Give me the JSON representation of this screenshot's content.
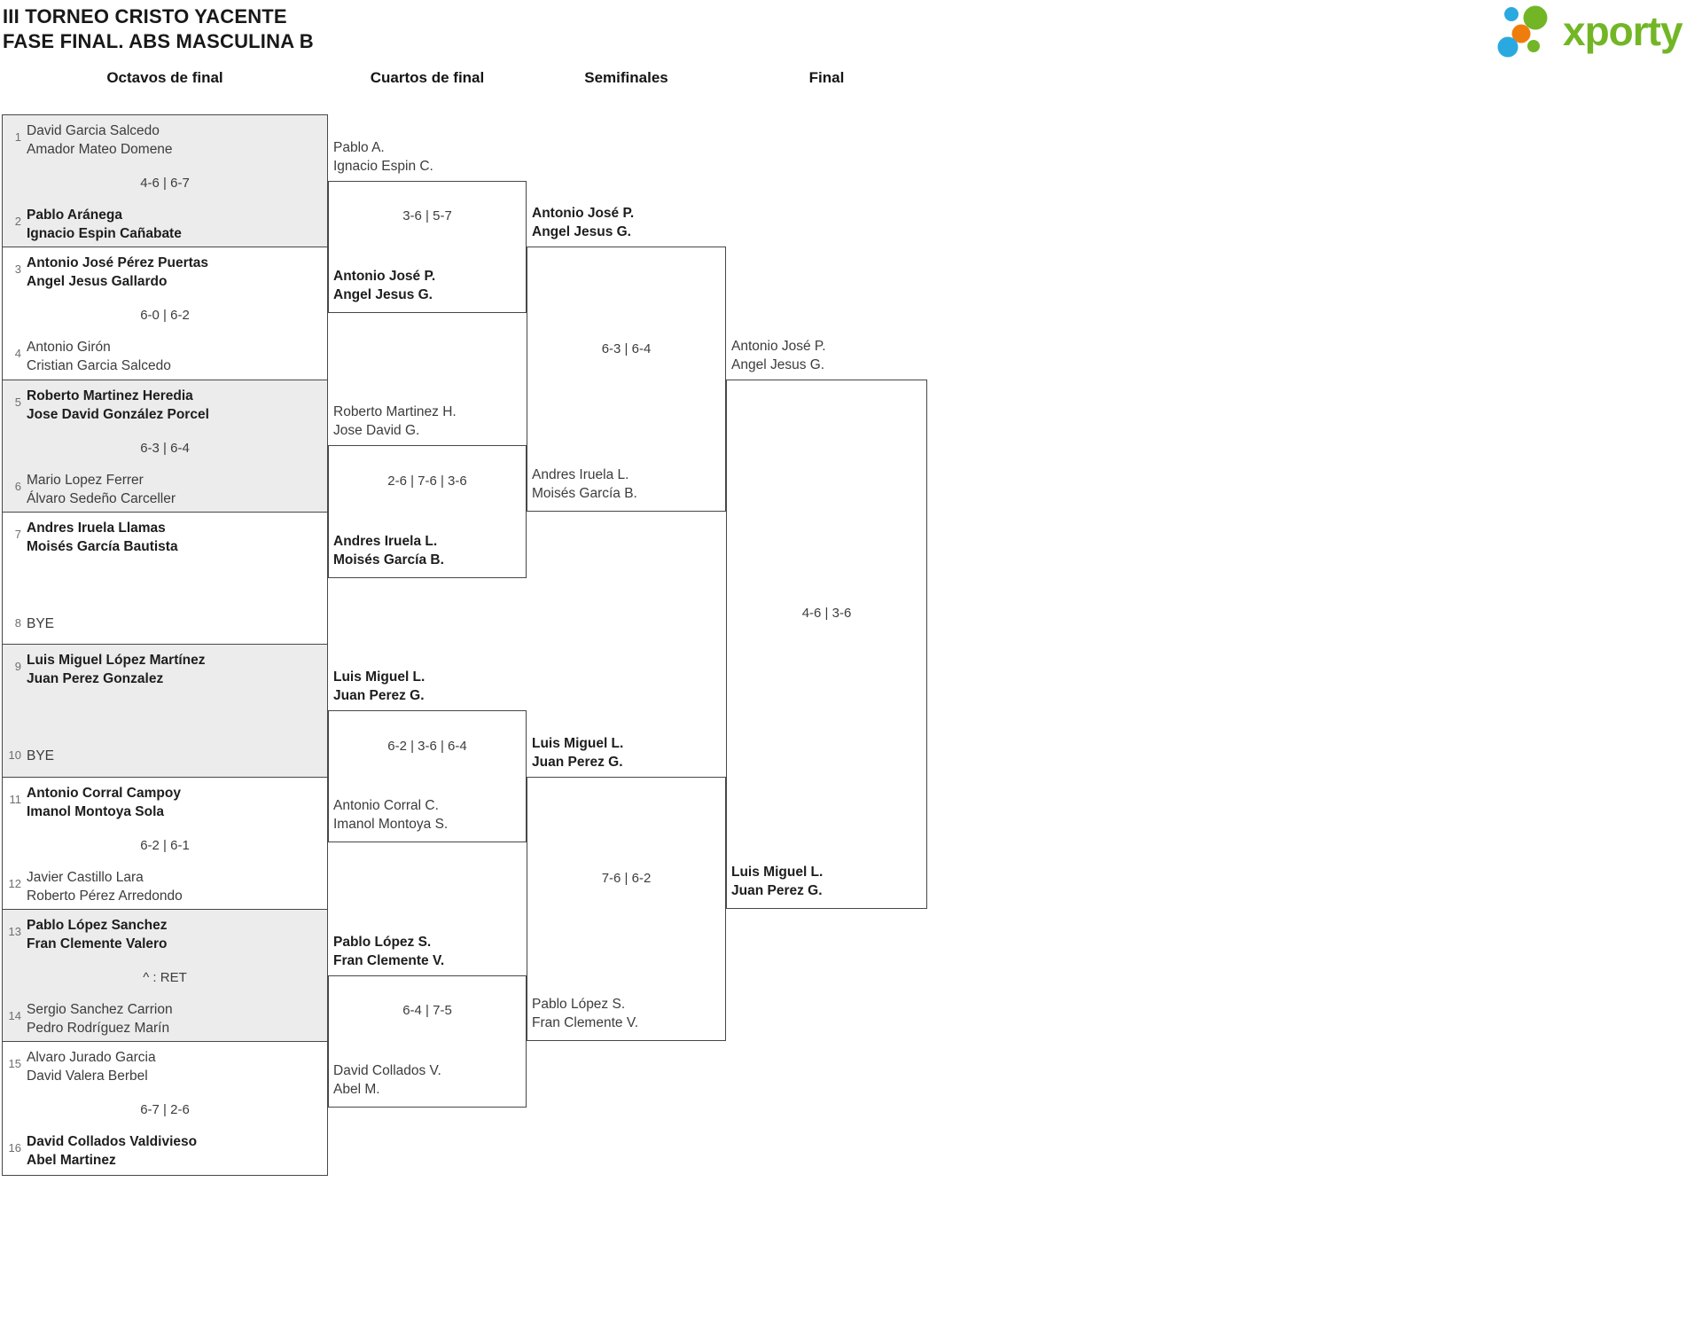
{
  "page": {
    "title_line1": "III TORNEO CRISTO YACENTE",
    "title_line2": "FASE FINAL. ABS MASCULINA B"
  },
  "logo": {
    "text": "xporty",
    "green": "#72b626",
    "blue": "#2aa9e0",
    "orange": "#ef7d0e"
  },
  "round_headers": [
    "Octavos de final",
    "Cuartos de final",
    "Semifinales",
    "Final"
  ],
  "bracket": {
    "octavos": [
      {
        "shaded": true,
        "top": {
          "seed": "1",
          "names": [
            "David Garcia Salcedo",
            "Amador Mateo Domene"
          ],
          "winner": false
        },
        "bottom": {
          "seed": "2",
          "names": [
            "Pablo Aránega",
            "Ignacio Espin Cañabate"
          ],
          "winner": true
        },
        "score": "4-6 | 6-7"
      },
      {
        "shaded": false,
        "top": {
          "seed": "3",
          "names": [
            "Antonio José Pérez Puertas",
            "Angel Jesus Gallardo"
          ],
          "winner": true
        },
        "bottom": {
          "seed": "4",
          "names": [
            "Antonio Girón",
            "Cristian Garcia Salcedo"
          ],
          "winner": false
        },
        "score": "6-0 | 6-2"
      },
      {
        "shaded": true,
        "top": {
          "seed": "5",
          "names": [
            "Roberto Martinez Heredia",
            "Jose David González Porcel"
          ],
          "winner": true
        },
        "bottom": {
          "seed": "6",
          "names": [
            "Mario Lopez Ferrer",
            "Álvaro Sedeño Carceller"
          ],
          "winner": false
        },
        "score": "6-3 | 6-4"
      },
      {
        "shaded": false,
        "top": {
          "seed": "7",
          "names": [
            "Andres Iruela Llamas",
            "Moisés García Bautista"
          ],
          "winner": true
        },
        "bottom": {
          "seed": "8",
          "names": [
            "BYE"
          ],
          "winner": false,
          "bye": true
        },
        "score": ""
      },
      {
        "shaded": true,
        "top": {
          "seed": "9",
          "names": [
            "Luis Miguel López Martínez",
            "Juan Perez Gonzalez"
          ],
          "winner": true
        },
        "bottom": {
          "seed": "10",
          "names": [
            "BYE"
          ],
          "winner": false,
          "bye": true
        },
        "score": ""
      },
      {
        "shaded": false,
        "top": {
          "seed": "11",
          "names": [
            "Antonio Corral Campoy",
            "Imanol Montoya Sola"
          ],
          "winner": true
        },
        "bottom": {
          "seed": "12",
          "names": [
            "Javier Castillo Lara",
            "Roberto Pérez Arredondo"
          ],
          "winner": false
        },
        "score": "6-2 | 6-1"
      },
      {
        "shaded": true,
        "top": {
          "seed": "13",
          "names": [
            "Pablo López Sanchez",
            "Fran Clemente Valero"
          ],
          "winner": true
        },
        "bottom": {
          "seed": "14",
          "names": [
            "Sergio Sanchez Carrion",
            "Pedro Rodríguez Marín"
          ],
          "winner": false
        },
        "score": "^ : RET"
      },
      {
        "shaded": false,
        "top": {
          "seed": "15",
          "names": [
            "Alvaro Jurado Garcia",
            "David Valera Berbel"
          ],
          "winner": false
        },
        "bottom": {
          "seed": "16",
          "names": [
            "David Collados Valdivieso",
            "Abel Martinez"
          ],
          "winner": true
        },
        "score": "6-7 | 2-6"
      }
    ],
    "cuartos": [
      {
        "top": {
          "names": [
            "Pablo A.",
            "Ignacio Espin C."
          ],
          "winner": false
        },
        "bottom": {
          "names": [
            "Antonio José P.",
            "Angel Jesus G."
          ],
          "winner": true
        },
        "score": "3-6 | 5-7"
      },
      {
        "top": {
          "names": [
            "Roberto Martinez H.",
            "Jose David G."
          ],
          "winner": false
        },
        "bottom": {
          "names": [
            "Andres Iruela L.",
            "Moisés García B."
          ],
          "winner": true
        },
        "score": "2-6 | 7-6 | 3-6"
      },
      {
        "top": {
          "names": [
            "Luis Miguel L.",
            "Juan Perez G."
          ],
          "winner": true
        },
        "bottom": {
          "names": [
            "Antonio Corral C.",
            "Imanol Montoya S."
          ],
          "winner": false
        },
        "score": "6-2 | 3-6 | 6-4"
      },
      {
        "top": {
          "names": [
            "Pablo López S.",
            "Fran Clemente V."
          ],
          "winner": true
        },
        "bottom": {
          "names": [
            "David Collados V.",
            "Abel M."
          ],
          "winner": false
        },
        "score": "6-4 | 7-5"
      }
    ],
    "semifinales": [
      {
        "top": {
          "names": [
            "Antonio José P.",
            "Angel Jesus G."
          ],
          "winner": true
        },
        "bottom": {
          "names": [
            "Andres Iruela L.",
            "Moisés García B."
          ],
          "winner": false
        },
        "score": "6-3 | 6-4"
      },
      {
        "top": {
          "names": [
            "Luis Miguel L.",
            "Juan Perez G."
          ],
          "winner": true
        },
        "bottom": {
          "names": [
            "Pablo López S.",
            "Fran Clemente V."
          ],
          "winner": false
        },
        "score": "7-6 | 6-2"
      }
    ],
    "final": [
      {
        "top": {
          "names": [
            "Antonio José P.",
            "Angel Jesus G."
          ],
          "winner": false
        },
        "bottom": {
          "names": [
            "Luis Miguel L.",
            "Juan Perez G."
          ],
          "winner": true
        },
        "score": "4-6 | 3-6"
      }
    ]
  }
}
